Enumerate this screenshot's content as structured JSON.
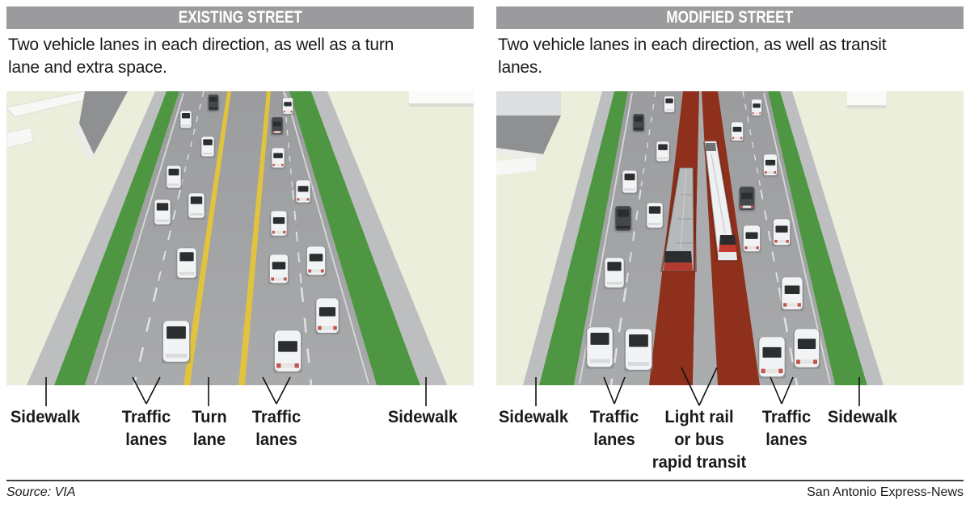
{
  "figure": {
    "panels": [
      {
        "id": "existing-street",
        "header": "EXISTING STREET",
        "subtitle": [
          "Two vehicle lanes in each direction, as well as a turn",
          "lane and extra space."
        ],
        "labels": [
          {
            "lines": [
              "Sidewalk"
            ]
          },
          {
            "lines": [
              "Traffic",
              "lanes"
            ]
          },
          {
            "lines": [
              "Turn",
              "lane"
            ]
          },
          {
            "lines": [
              "Traffic",
              "lanes"
            ]
          },
          {
            "lines": [
              "Sidewalk"
            ]
          }
        ]
      },
      {
        "id": "modified-street",
        "header": "MODIFIED STREET",
        "subtitle": [
          "Two vehicle lanes in each direction, as well as transit",
          "lanes."
        ],
        "labels": [
          {
            "lines": [
              "Sidewalk"
            ]
          },
          {
            "lines": [
              "Traffic",
              "lanes"
            ]
          },
          {
            "lines": [
              "Light rail",
              "or bus",
              "rapid transit"
            ]
          },
          {
            "lines": [
              "Traffic",
              "lanes"
            ]
          },
          {
            "lines": [
              "Sidewalk"
            ]
          }
        ]
      }
    ],
    "footer": {
      "source": "Source: VIA",
      "credit": "San Antonio Express-News"
    }
  },
  "colors": {
    "header_bar": "#9b9b9d",
    "header_text": "#ffffff",
    "body_text": "#1a1a1a",
    "ground": "#ebeedb",
    "road": "#a7a8aa",
    "road_far": "#9b9c9e",
    "sidewalk": "#bcbec0",
    "grass": "#4f9642",
    "lane_line_yellow": "#e2c33e",
    "lane_line_white": "#dfe2e4",
    "transit_red": "#8e301c",
    "median": "#abacae",
    "building_wall": "#8e9092",
    "building_white": "#f7f8f6",
    "leader_line": "#111111",
    "rule": "#3f3f3f",
    "car_white": "#f2f3f4",
    "car_dark": "#45484b",
    "car_window": "#2b2d2f",
    "bus_red": "#c23b30",
    "train_silver": "#b6b8ba"
  },
  "illustration": {
    "left_cars": [
      [
        "A",
        256,
        4,
        13
      ],
      [
        "a",
        222,
        24,
        14
      ],
      [
        "a",
        249,
        56,
        16
      ],
      [
        "a",
        207,
        92,
        18
      ],
      [
        "a",
        235,
        126,
        20
      ],
      [
        "a",
        193,
        134,
        20
      ],
      [
        "a",
        223,
        194,
        24
      ],
      [
        "a",
        210,
        284,
        33
      ],
      [
        "t",
        348,
        8,
        13
      ],
      [
        "T",
        335,
        32,
        14
      ],
      [
        "t",
        336,
        70,
        16
      ],
      [
        "t",
        367,
        110,
        18
      ],
      [
        "t",
        337,
        148,
        20
      ],
      [
        "t",
        383,
        192,
        23
      ],
      [
        "t",
        337,
        202,
        23
      ],
      [
        "t",
        397,
        256,
        28
      ],
      [
        "t",
        348,
        296,
        33
      ]
    ],
    "right_cars": [
      [
        "a",
        214,
        6,
        13
      ],
      [
        "A",
        176,
        28,
        14
      ],
      [
        "a",
        206,
        62,
        16
      ],
      [
        "a",
        165,
        98,
        18
      ],
      [
        "A",
        157,
        142,
        20
      ],
      [
        "a",
        196,
        138,
        20
      ],
      [
        "a",
        146,
        206,
        24
      ],
      [
        "a",
        176,
        294,
        33
      ],
      [
        "a",
        128,
        292,
        32
      ],
      [
        "t",
        322,
        10,
        13
      ],
      [
        "t",
        298,
        38,
        15
      ],
      [
        "t",
        339,
        78,
        17
      ],
      [
        "T",
        310,
        118,
        19
      ],
      [
        "t",
        353,
        158,
        21
      ],
      [
        "t",
        316,
        166,
        21
      ],
      [
        "t",
        366,
        230,
        26
      ],
      [
        "t",
        384,
        294,
        31
      ],
      [
        "t",
        341,
        304,
        32
      ]
    ]
  }
}
